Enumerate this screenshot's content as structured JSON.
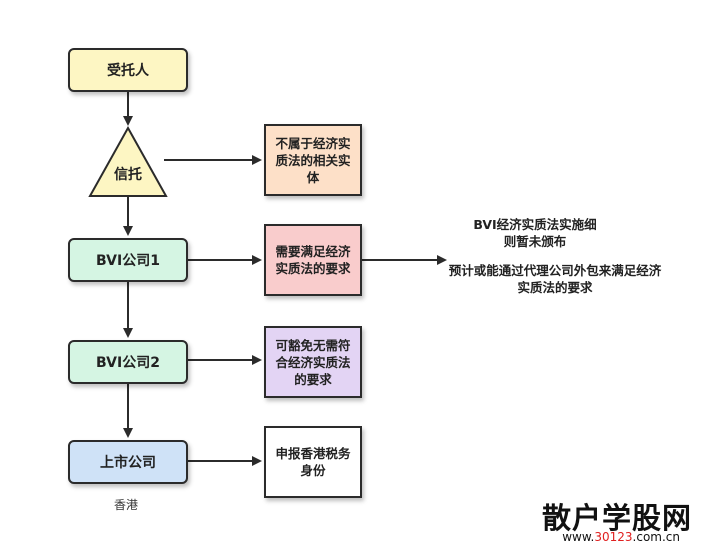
{
  "nodes": {
    "settlor": "受托人",
    "trust": "信托",
    "bvi1": "BVI公司1",
    "bvi2": "BVI公司2",
    "listed": "上市公司"
  },
  "notes": {
    "trust_note": "不属于经济实质法的相关实体",
    "bvi1_note": "需要满足经济实质法的要求",
    "bvi2_note": "可豁免无需符合经济实质法的要求",
    "listed_note": "申报香港税务身份"
  },
  "side_text": {
    "line1": "BVI经济实质法实施细则暂未颁布",
    "line2": "预计或能通过代理公司外包来满足经济实质法的要求"
  },
  "caption": "香港",
  "watermark": {
    "title": "散户学股网",
    "url_prefix": "www.",
    "url_number": "30123",
    "url_suffix": ".com.cn"
  },
  "colors": {
    "settlor_fill": "#fdf6c3",
    "trust_fill": "#fdf6c3",
    "bvi_fill": "#d5f5e3",
    "listed_fill": "#cfe2f7",
    "trust_note_fill": "#fde0c8",
    "bvi1_note_fill": "#f9cccc",
    "bvi2_note_fill": "#e3d4f4",
    "listed_note_fill": "#ffffff"
  }
}
